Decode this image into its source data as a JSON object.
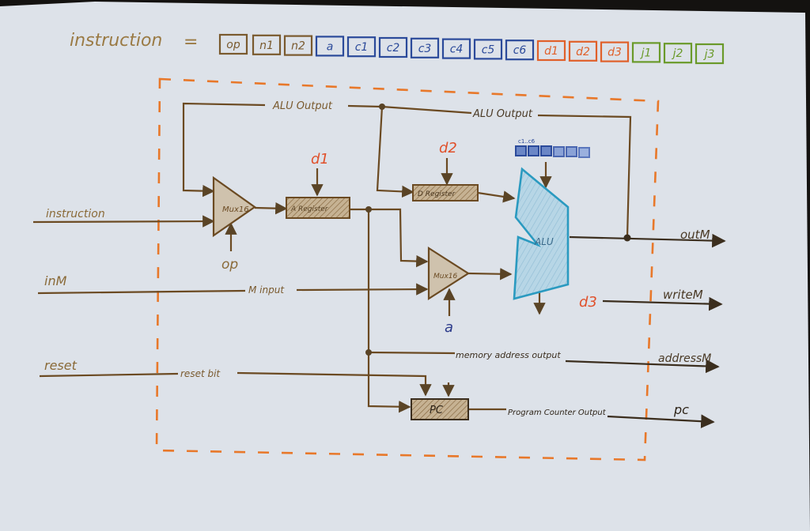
{
  "header": {
    "title": "instruction",
    "equals": "="
  },
  "instruction_bits": [
    {
      "label": "op",
      "group": "control"
    },
    {
      "label": "n1",
      "group": "control"
    },
    {
      "label": "n2",
      "group": "control"
    },
    {
      "label": "a",
      "group": "comp"
    },
    {
      "label": "c1",
      "group": "comp"
    },
    {
      "label": "c2",
      "group": "comp"
    },
    {
      "label": "c3",
      "group": "comp"
    },
    {
      "label": "c4",
      "group": "comp"
    },
    {
      "label": "c5",
      "group": "comp"
    },
    {
      "label": "c6",
      "group": "comp"
    },
    {
      "label": "d1",
      "group": "dest"
    },
    {
      "label": "d2",
      "group": "dest"
    },
    {
      "label": "d3",
      "group": "dest"
    },
    {
      "label": "j1",
      "group": "jump"
    },
    {
      "label": "j2",
      "group": "jump"
    },
    {
      "label": "j3",
      "group": "jump"
    }
  ],
  "colors": {
    "paper": "#dfe3ea",
    "ink": "#6b4a22",
    "ink_dark": "#3b2e1e",
    "control": "#7a5a2e",
    "comp": "#2b4a9a",
    "dest": "#e0602a",
    "jump": "#6a9a2a",
    "alu_fill": "#a8cde0",
    "alu_stroke": "#2a9ac0",
    "boundary": "#e8782a",
    "chip_fill": "#b59b78"
  },
  "inputs": {
    "instruction": "instruction",
    "inM": "inM",
    "reset": "reset"
  },
  "outputs": {
    "outM": "outM",
    "writeM": "writeM",
    "addressM": "addressM",
    "pc": "pc"
  },
  "components": {
    "mux1": "Mux16",
    "a_register": "A Register",
    "d_register": "D Register",
    "mux2": "Mux16",
    "alu": "ALU",
    "pc": "PC"
  },
  "control_labels": {
    "op": "op",
    "d1": "d1",
    "d2": "d2",
    "d3": "d3",
    "a": "a",
    "alu_ctrl": "c1..c6"
  },
  "wire_labels": {
    "alu_output_1": "ALU Output",
    "alu_output_2": "ALU Output",
    "m_input": "M input",
    "reset_bit": "reset bit",
    "memory_address_output": "memory address output",
    "program_counter_output": "Program Counter Output"
  }
}
